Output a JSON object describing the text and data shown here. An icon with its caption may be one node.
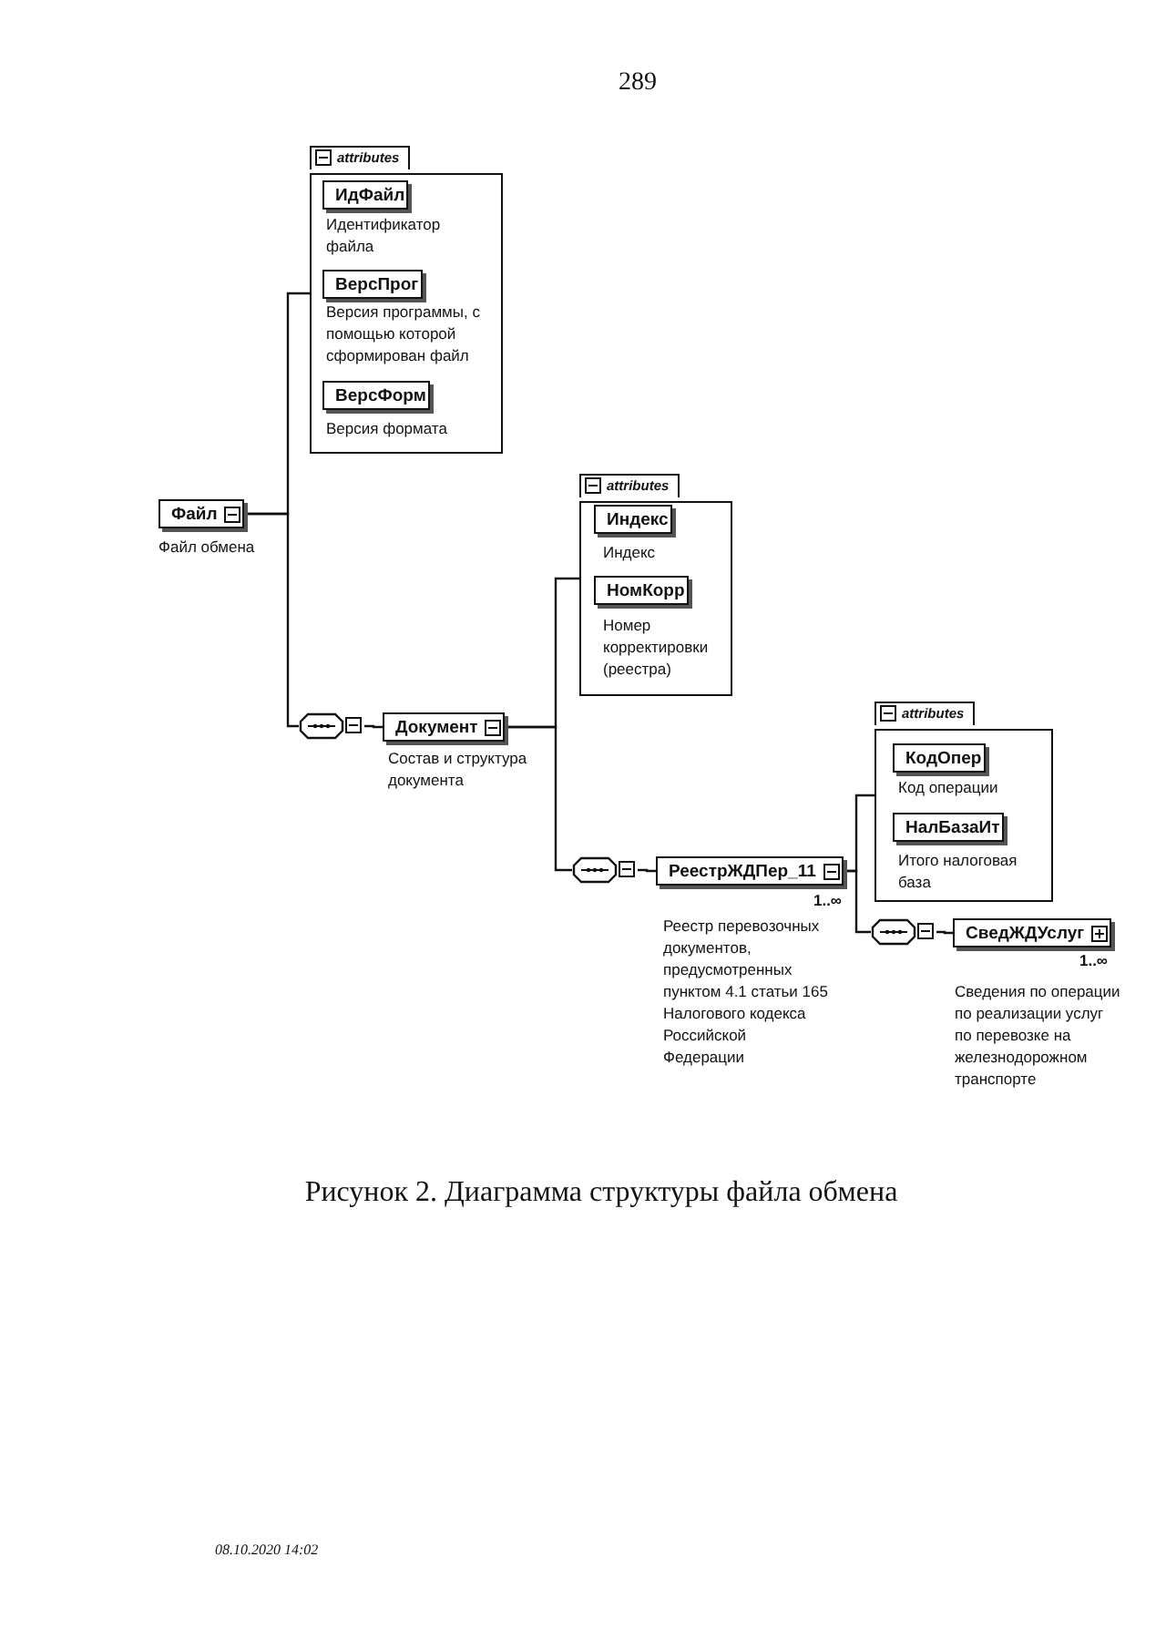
{
  "diagram": {
    "caption": "Рисунок 2. Диаграмма структуры файла обмена",
    "nodes": [
      {
        "text": [
          "Файл"
        ],
        "beside": [
          "Файл обмена"
        ]
      },
      {
        "text": [
          "attributes"
        ]
      },
      {
        "text": [
          "ИдФайл"
        ],
        "in": 1,
        "beside": [
          "Идентификатор файла"
        ]
      },
      {
        "text": [
          "ВерсПрог"
        ],
        "in": 1,
        "beside": [
          "Версия программы, с помощью которой сформирован файл"
        ]
      },
      {
        "text": [
          "ВерсФорм"
        ],
        "in": 1,
        "beside": [
          "Версия формата"
        ]
      },
      {
        "text": [],
        "shape": "hexagon"
      },
      {
        "text": [
          "Документ"
        ],
        "beside": [
          "Состав и структура документа"
        ]
      },
      {
        "text": [
          "attributes"
        ]
      },
      {
        "text": [
          "Индекс"
        ],
        "in": 7,
        "beside": [
          "Индекс"
        ]
      },
      {
        "text": [
          "НомКорр"
        ],
        "in": 7,
        "beside": [
          "Номер корректировки (реестра)"
        ]
      },
      {
        "text": [],
        "shape": "hexagon"
      },
      {
        "text": [
          "РеестрЖДПер_11"
        ],
        "beside": [
          "1..∞",
          "Реестр перевозочных документов, предусмотренных пунктом 4.1 статьи 165 Налогового кодекса Российской Федерации"
        ]
      },
      {
        "text": [
          "attributes"
        ]
      },
      {
        "text": [
          "КодОпер"
        ],
        "in": 12,
        "beside": [
          "Код операции"
        ]
      },
      {
        "text": [
          "НалБазаИт"
        ],
        "in": 12,
        "beside": [
          "Итого налоговая база"
        ]
      },
      {
        "text": [],
        "shape": "hexagon"
      },
      {
        "text": [
          "СведЖДУслуг"
        ],
        "beside": [
          "1..∞",
          "Сведения по операции по реализации услуг по перевозке на железнодорожном транспорте"
        ]
      }
    ],
    "edges": [
      {
        "from": 0,
        "to": 1,
        "arrow": "none"
      },
      {
        "from": 0,
        "to": 5,
        "arrow": "none"
      },
      {
        "from": 5,
        "to": 6,
        "arrow": "none"
      },
      {
        "from": 6,
        "to": 7,
        "arrow": "none"
      },
      {
        "from": 6,
        "to": 10,
        "arrow": "none"
      },
      {
        "from": 10,
        "to": 11,
        "arrow": "none"
      },
      {
        "from": 11,
        "to": 12,
        "arrow": "none"
      },
      {
        "from": 11,
        "to": 15,
        "arrow": "none"
      },
      {
        "from": 15,
        "to": 16,
        "arrow": "none"
      }
    ],
    "labels": [
      "289",
      "08.10.2020 14:02"
    ]
  }
}
